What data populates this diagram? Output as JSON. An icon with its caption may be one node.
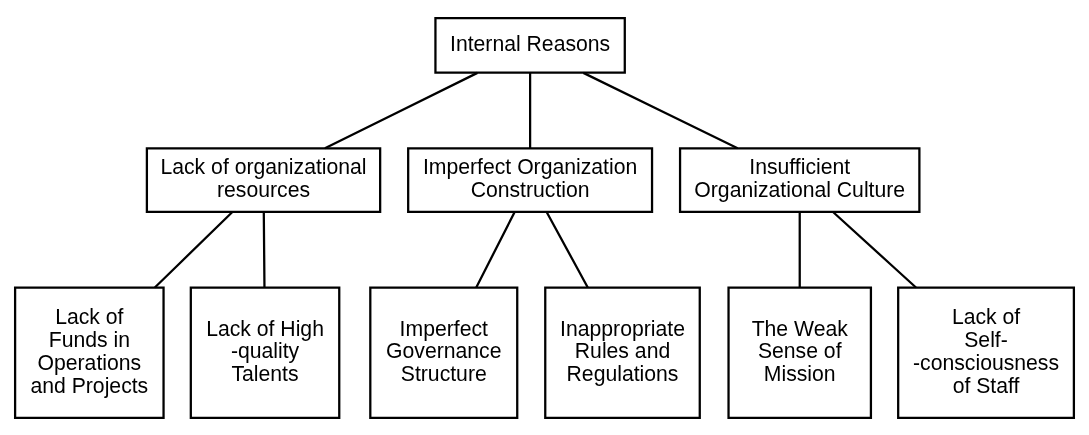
{
  "diagram": {
    "nodes": [
      {
        "text": [
          "Internal Reasons"
        ]
      },
      {
        "text": [
          "Lack of organizational resources"
        ]
      },
      {
        "text": [
          "Imperfect Organization Construction"
        ]
      },
      {
        "text": [
          "Insufficient Organizational Culture"
        ]
      },
      {
        "text": [
          "Lack of Funds in Operations and Projects"
        ]
      },
      {
        "text": [
          "Lack of High -quality Talents"
        ]
      },
      {
        "text": [
          "Imperfect Governance Structure"
        ]
      },
      {
        "text": [
          "Inappropriate Rules and Regulations"
        ]
      },
      {
        "text": [
          "The Weak Sense of Mission"
        ]
      },
      {
        "text": [
          "Lack of Self- -consciousness of Staff"
        ]
      }
    ],
    "edges": [
      {
        "from": 0,
        "to": 1,
        "arrow": "none"
      },
      {
        "from": 0,
        "to": 2,
        "arrow": "none"
      },
      {
        "from": 0,
        "to": 3,
        "arrow": "none"
      },
      {
        "from": 1,
        "to": 4,
        "arrow": "none"
      },
      {
        "from": 1,
        "to": 5,
        "arrow": "none"
      },
      {
        "from": 2,
        "to": 6,
        "arrow": "none"
      },
      {
        "from": 2,
        "to": 7,
        "arrow": "none"
      },
      {
        "from": 3,
        "to": 8,
        "arrow": "none"
      },
      {
        "from": 3,
        "to": 9,
        "arrow": "none"
      }
    ]
  }
}
